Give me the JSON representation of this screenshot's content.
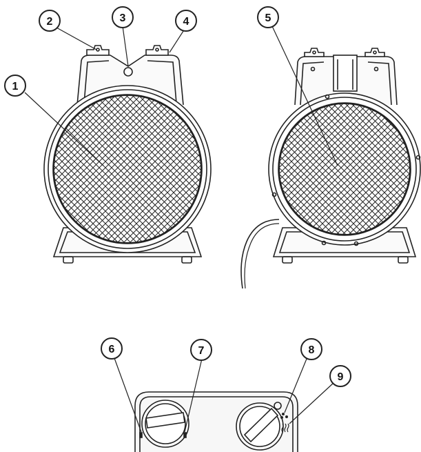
{
  "callouts": [
    {
      "id": "1",
      "label": "1"
    },
    {
      "id": "2",
      "label": "2"
    },
    {
      "id": "3",
      "label": "3"
    },
    {
      "id": "4",
      "label": "4"
    },
    {
      "id": "5",
      "label": "5"
    },
    {
      "id": "6",
      "label": "6"
    },
    {
      "id": "7",
      "label": "7"
    },
    {
      "id": "8",
      "label": "8"
    },
    {
      "id": "9",
      "label": "9"
    }
  ],
  "colors": {
    "stroke": "#222222",
    "fill_light": "#f5f5f5",
    "background": "#ffffff"
  },
  "icons": [
    "fan-symbol-icon",
    "heat-symbol-icon"
  ]
}
